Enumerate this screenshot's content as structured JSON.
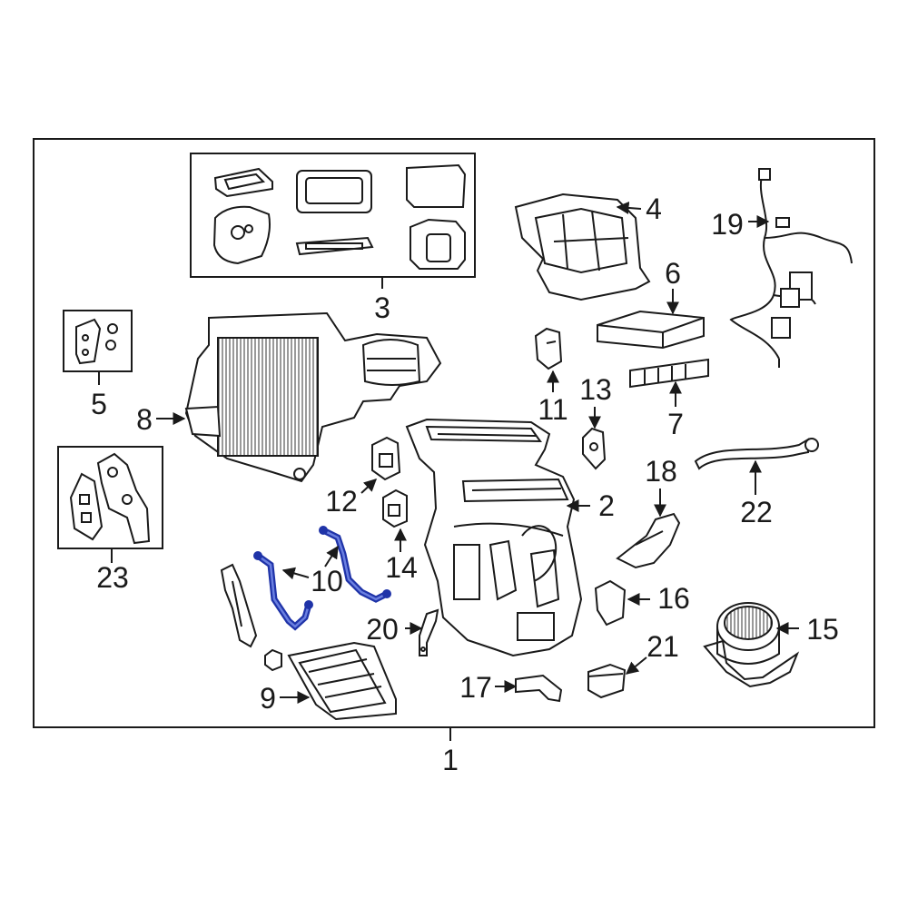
{
  "callouts": {
    "c1": "1",
    "c2": "2",
    "c3": "3",
    "c4": "4",
    "c5": "5",
    "c6": "6",
    "c7": "7",
    "c8": "8",
    "c9": "9",
    "c10": "10",
    "c11": "11",
    "c12": "12",
    "c13": "13",
    "c14": "14",
    "c15": "15",
    "c16": "16",
    "c17": "17",
    "c18": "18",
    "c19": "19",
    "c20": "20",
    "c21": "21",
    "c22": "22",
    "c23": "23"
  },
  "colors": {
    "line": "#1a1a1a",
    "highlight": "#1f33a8",
    "background": "#ffffff"
  }
}
